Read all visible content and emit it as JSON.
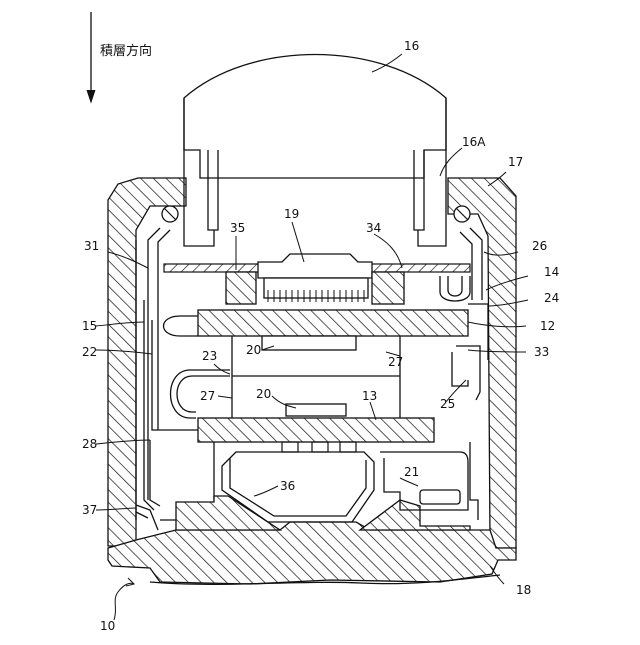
{
  "direction_label": "積層方向",
  "labels": {
    "l16": "16",
    "l16a": "16A",
    "l17": "17",
    "l19": "19",
    "l34": "34",
    "l35": "35",
    "l26": "26",
    "l31": "31",
    "l14": "14",
    "l24": "24",
    "l15": "15",
    "l12": "12",
    "l22": "22",
    "l20a": "20",
    "l27a": "27",
    "l33": "33",
    "l23": "23",
    "l27b": "27",
    "l20b": "20",
    "l13": "13",
    "l25": "25",
    "l28": "28",
    "l21": "21",
    "l36": "36",
    "l37": "37",
    "l18": "18",
    "l10": "10"
  }
}
